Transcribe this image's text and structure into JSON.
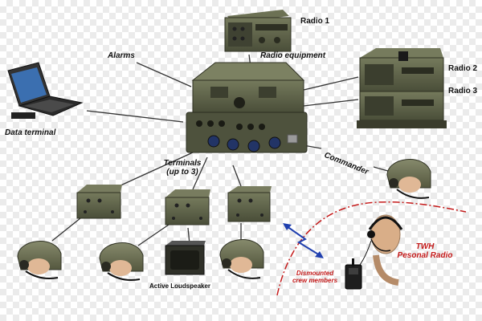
{
  "labels": {
    "radio_1": "Radio 1",
    "radio_equipment": "Radio equipment",
    "alarms": "Alarms",
    "radio_2": "Radio 2",
    "radio_3": "Radio 3",
    "data_terminal": "Data terminal",
    "terminals": "Terminals",
    "terminals_sub": "(up to 3)",
    "commander": "Commander",
    "twh_title": "TWH",
    "twh_sub": "Pesonal Radio",
    "dismounted_1": "Dismounted",
    "dismounted_2": "crew members",
    "active_loudspeaker": "Active Loudspeaker"
  },
  "icons": {
    "central_unit": "intercom-central-unit",
    "radio_1": "radio-set",
    "radio_stack": "stacked-radio-sets",
    "laptop": "rugged-laptop",
    "terminal": "crew-terminal-box",
    "helmet": "crew-helmet-headset",
    "loudspeaker": "speaker-box",
    "headset_person": "personal-headset",
    "handheld": "handheld-radio",
    "wireless": "wireless-link-zigzag"
  },
  "colors": {
    "equipment_olive": "#5a5f46",
    "equipment_dark": "#3c3f2f",
    "helmet": "#6b6e55",
    "connector_line": "#333333",
    "boundary_red": "#c41a1a",
    "wireless_blue": "#1f3fae",
    "label_red": "#c41a1a"
  }
}
